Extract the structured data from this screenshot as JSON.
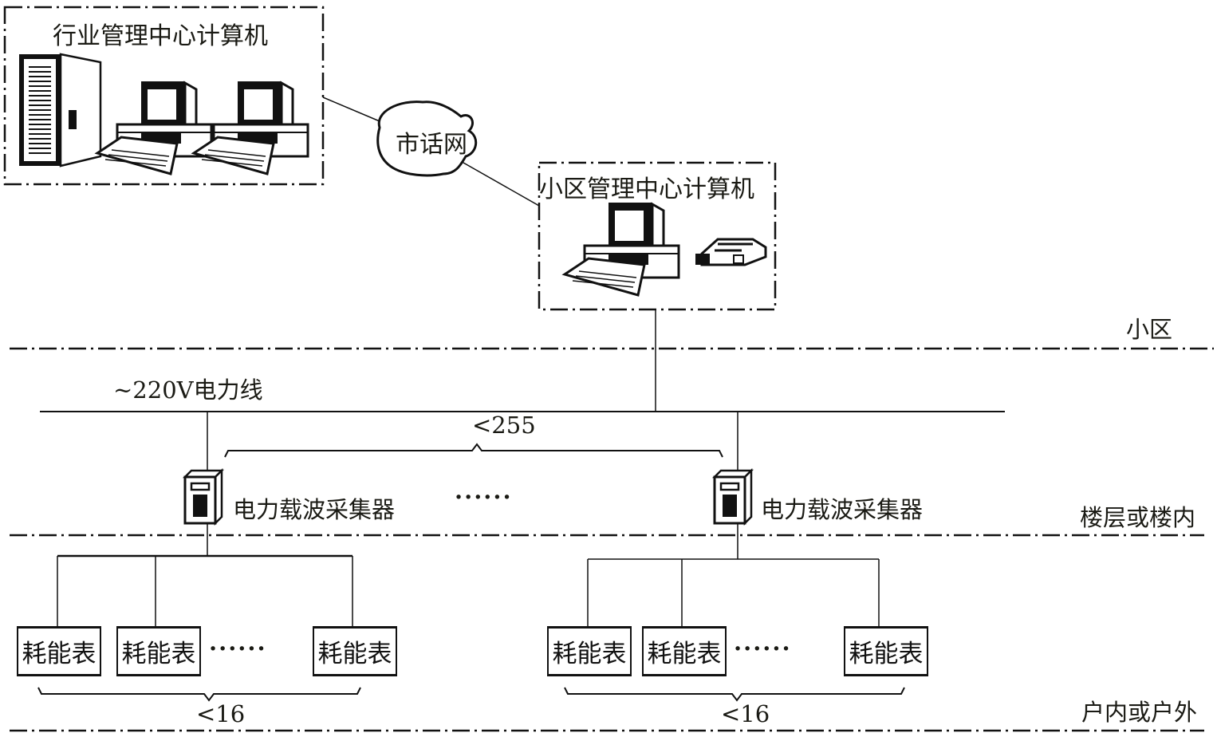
{
  "industry_center": {
    "title": "行业管理中心计算机"
  },
  "network": {
    "label": "市话网"
  },
  "district_center": {
    "title": "小区管理中心计算机"
  },
  "power_line": {
    "label": "~220V电力线"
  },
  "collector_limit": {
    "label": "<255"
  },
  "collectors": [
    {
      "label": "电力载波采集器"
    },
    {
      "label": "电力载波采集器"
    }
  ],
  "collector_ellipsis": "······",
  "meter_groups": [
    {
      "meters": [
        "耗能表",
        "耗能表",
        "耗能表"
      ],
      "ellipsis": "······",
      "limit": "<16"
    },
    {
      "meters": [
        "耗能表",
        "耗能表",
        "耗能表"
      ],
      "ellipsis": "······",
      "limit": "<16"
    }
  ],
  "zones": {
    "district": "小区",
    "floor": "楼层或楼内",
    "household": "户内或户外"
  }
}
